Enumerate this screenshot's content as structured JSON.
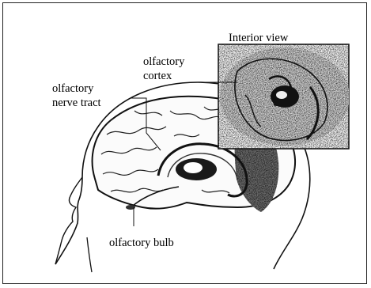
{
  "labels": {
    "interior_view": "Interior view",
    "olfactory_cortex_line1": "olfactory",
    "olfactory_cortex_line2": "cortex",
    "nerve_tract_line1": "olfactory",
    "nerve_tract_line2": "nerve tract",
    "olfactory_bulb": "olfactory bulb"
  },
  "colors": {
    "ink": "#111111",
    "background": "#ffffff"
  }
}
